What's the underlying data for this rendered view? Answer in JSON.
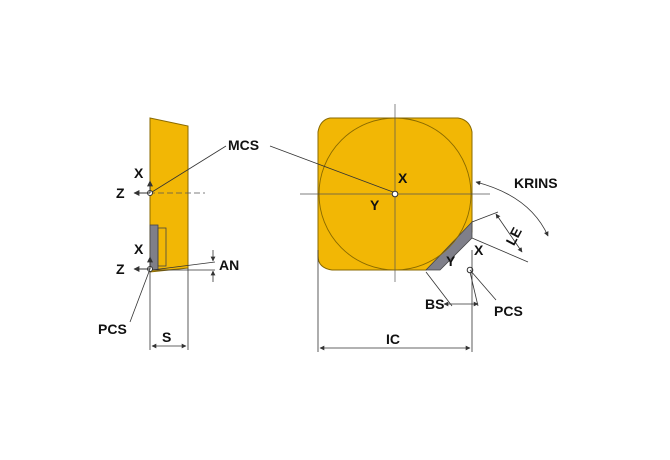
{
  "labels": {
    "mcs": "MCS",
    "pcs_left": "PCS",
    "pcs_right": "PCS",
    "krins": "KRINS",
    "an": "AN",
    "s": "S",
    "ic": "IC",
    "bs": "BS",
    "le": "LE",
    "x_top_left": "X",
    "z_top_left": "Z",
    "x_bot_left": "X",
    "z_bot_left": "Z",
    "x_center": "X",
    "y_center": "Y",
    "x_corner": "X",
    "y_corner": "Y"
  },
  "colors": {
    "insert_fill": "#f2b705",
    "insert_edge": "#8a6a00",
    "chip_face": "#7f7f89",
    "line": "#333333",
    "text": "#111111"
  }
}
